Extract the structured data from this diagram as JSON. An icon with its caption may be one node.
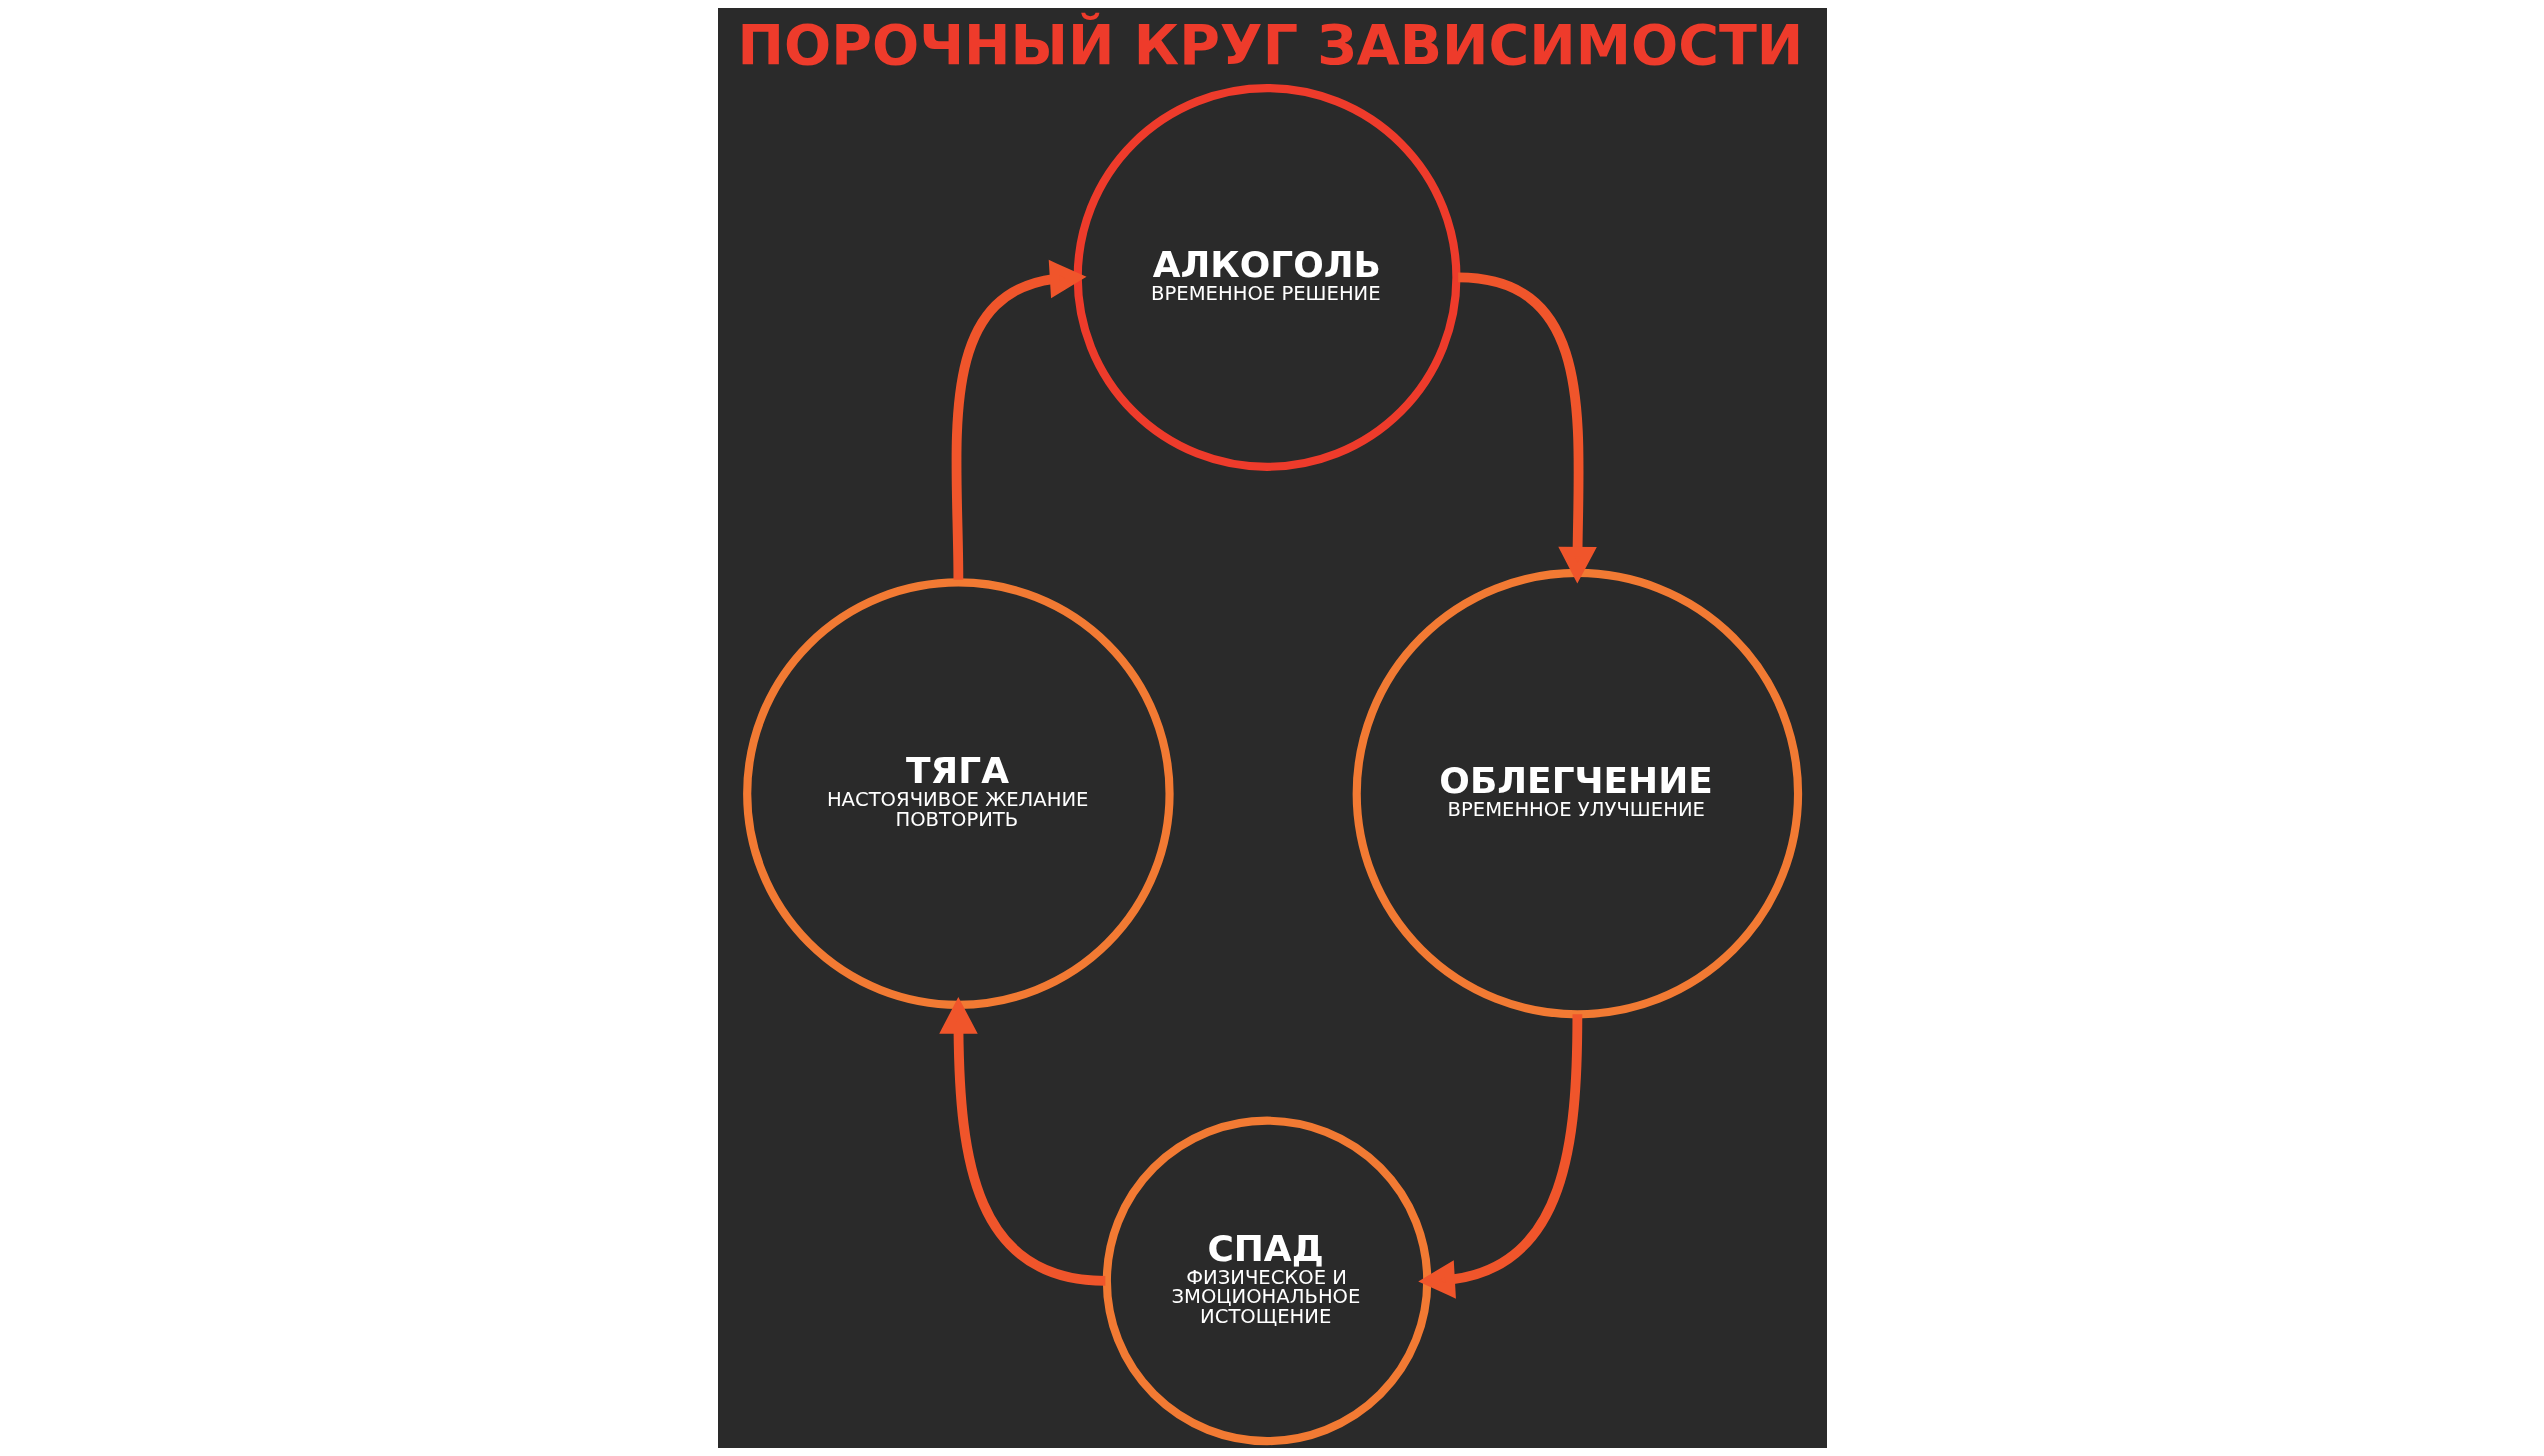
{
  "diagram": {
    "title": "ПОРОЧНЫЙ КРУГ ЗАВИСИМОСТИ",
    "nodes": [
      {
        "text": [
          "АЛКОГОЛЬ",
          "ВРЕМЕННОЕ РЕШЕНИЕ"
        ]
      },
      {
        "text": [
          "ТЯГА",
          "НАСТОЯЧИВОЕ ЖЕЛАНИЕ ПОВТОРИТЬ"
        ]
      },
      {
        "text": [
          "ОБЛЕГЧЕНИЕ",
          "ВРЕМЕННОЕ УЛУЧШЕНИЕ"
        ]
      },
      {
        "text": [
          "СПАД",
          "ФИЗИЧЕСКОЕ И ЗМОЦИОНАЛЬНОЕ ИСТОЩЕНИЕ"
        ]
      }
    ],
    "edges": [
      {
        "from": 0,
        "to": 2,
        "arrow": "to"
      },
      {
        "from": 2,
        "to": 3,
        "arrow": "to"
      },
      {
        "from": 3,
        "to": 1,
        "arrow": "to"
      },
      {
        "from": 1,
        "to": 0,
        "arrow": "to"
      }
    ]
  }
}
